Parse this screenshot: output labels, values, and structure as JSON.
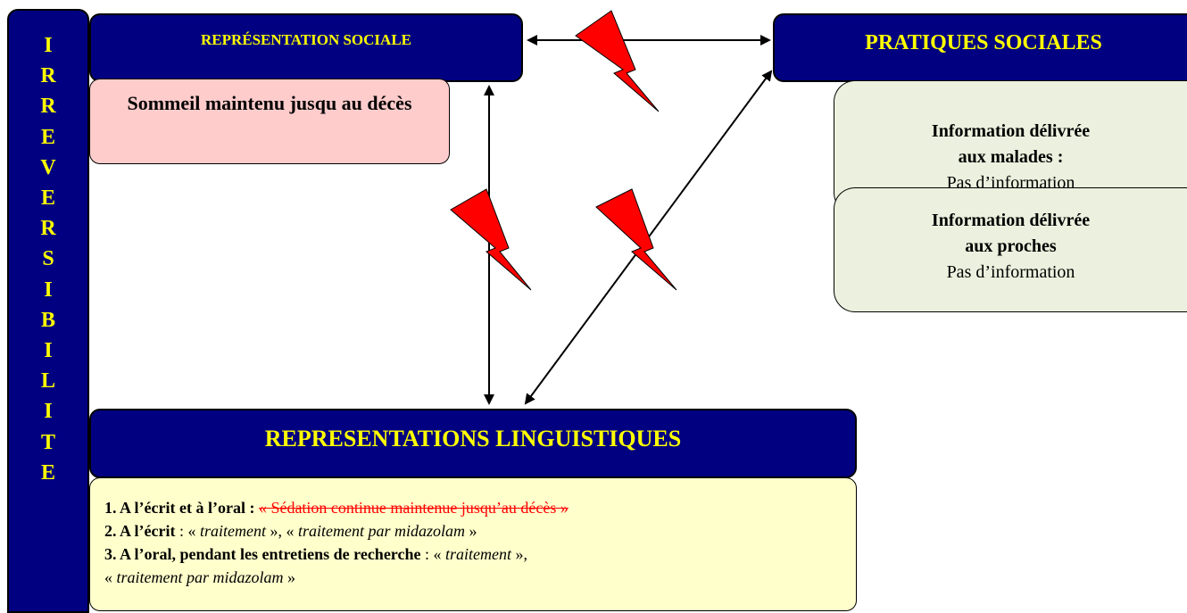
{
  "left_bar": {
    "letters": [
      "I",
      "R",
      "R",
      "E",
      "V",
      "E",
      "R",
      "S",
      "I",
      "B",
      "I",
      "L",
      "I",
      "T",
      "E"
    ]
  },
  "rep_sociale": {
    "title": "REPRÉSENTATION SOCIALE",
    "content": "Sommeil maintenu jusqu au décès"
  },
  "pratiques": {
    "title": "PRATIQUES SOCIALES",
    "malades": {
      "heading_line1": "Information délivrée",
      "heading_line2": "aux malades :",
      "value": "Pas d’information"
    },
    "proches": {
      "heading_line1": "Information délivrée",
      "heading_line2": "aux proches",
      "value": "Pas d’information"
    }
  },
  "rep_ling": {
    "title": "REPRESENTATIONS LINGUISTIQUES",
    "item1": {
      "label": "1. A l’écrit et à l’oral :",
      "struck": "« Sédation continue maintenue jusqu’au décès »"
    },
    "item2": {
      "label": "2. A l’écrit",
      "sep": " : « ",
      "t1": "traitement",
      "mid": " », « ",
      "t2": "traitement par midazolam",
      "end": " »"
    },
    "item3": {
      "label": "3. A l’oral,  pendant les entretiens de recherche",
      "sep": " : « ",
      "t1": "traitement",
      "mid": " »,",
      "line2_start": "« ",
      "t2": "traitement par midazolam",
      "end": " »"
    }
  },
  "colors": {
    "navy": "#000080",
    "yellow": "#ffff00",
    "pink": "#ffcccc",
    "green": "#ebf1de",
    "cream": "#ffffcc",
    "bolt": "#ff0000"
  }
}
